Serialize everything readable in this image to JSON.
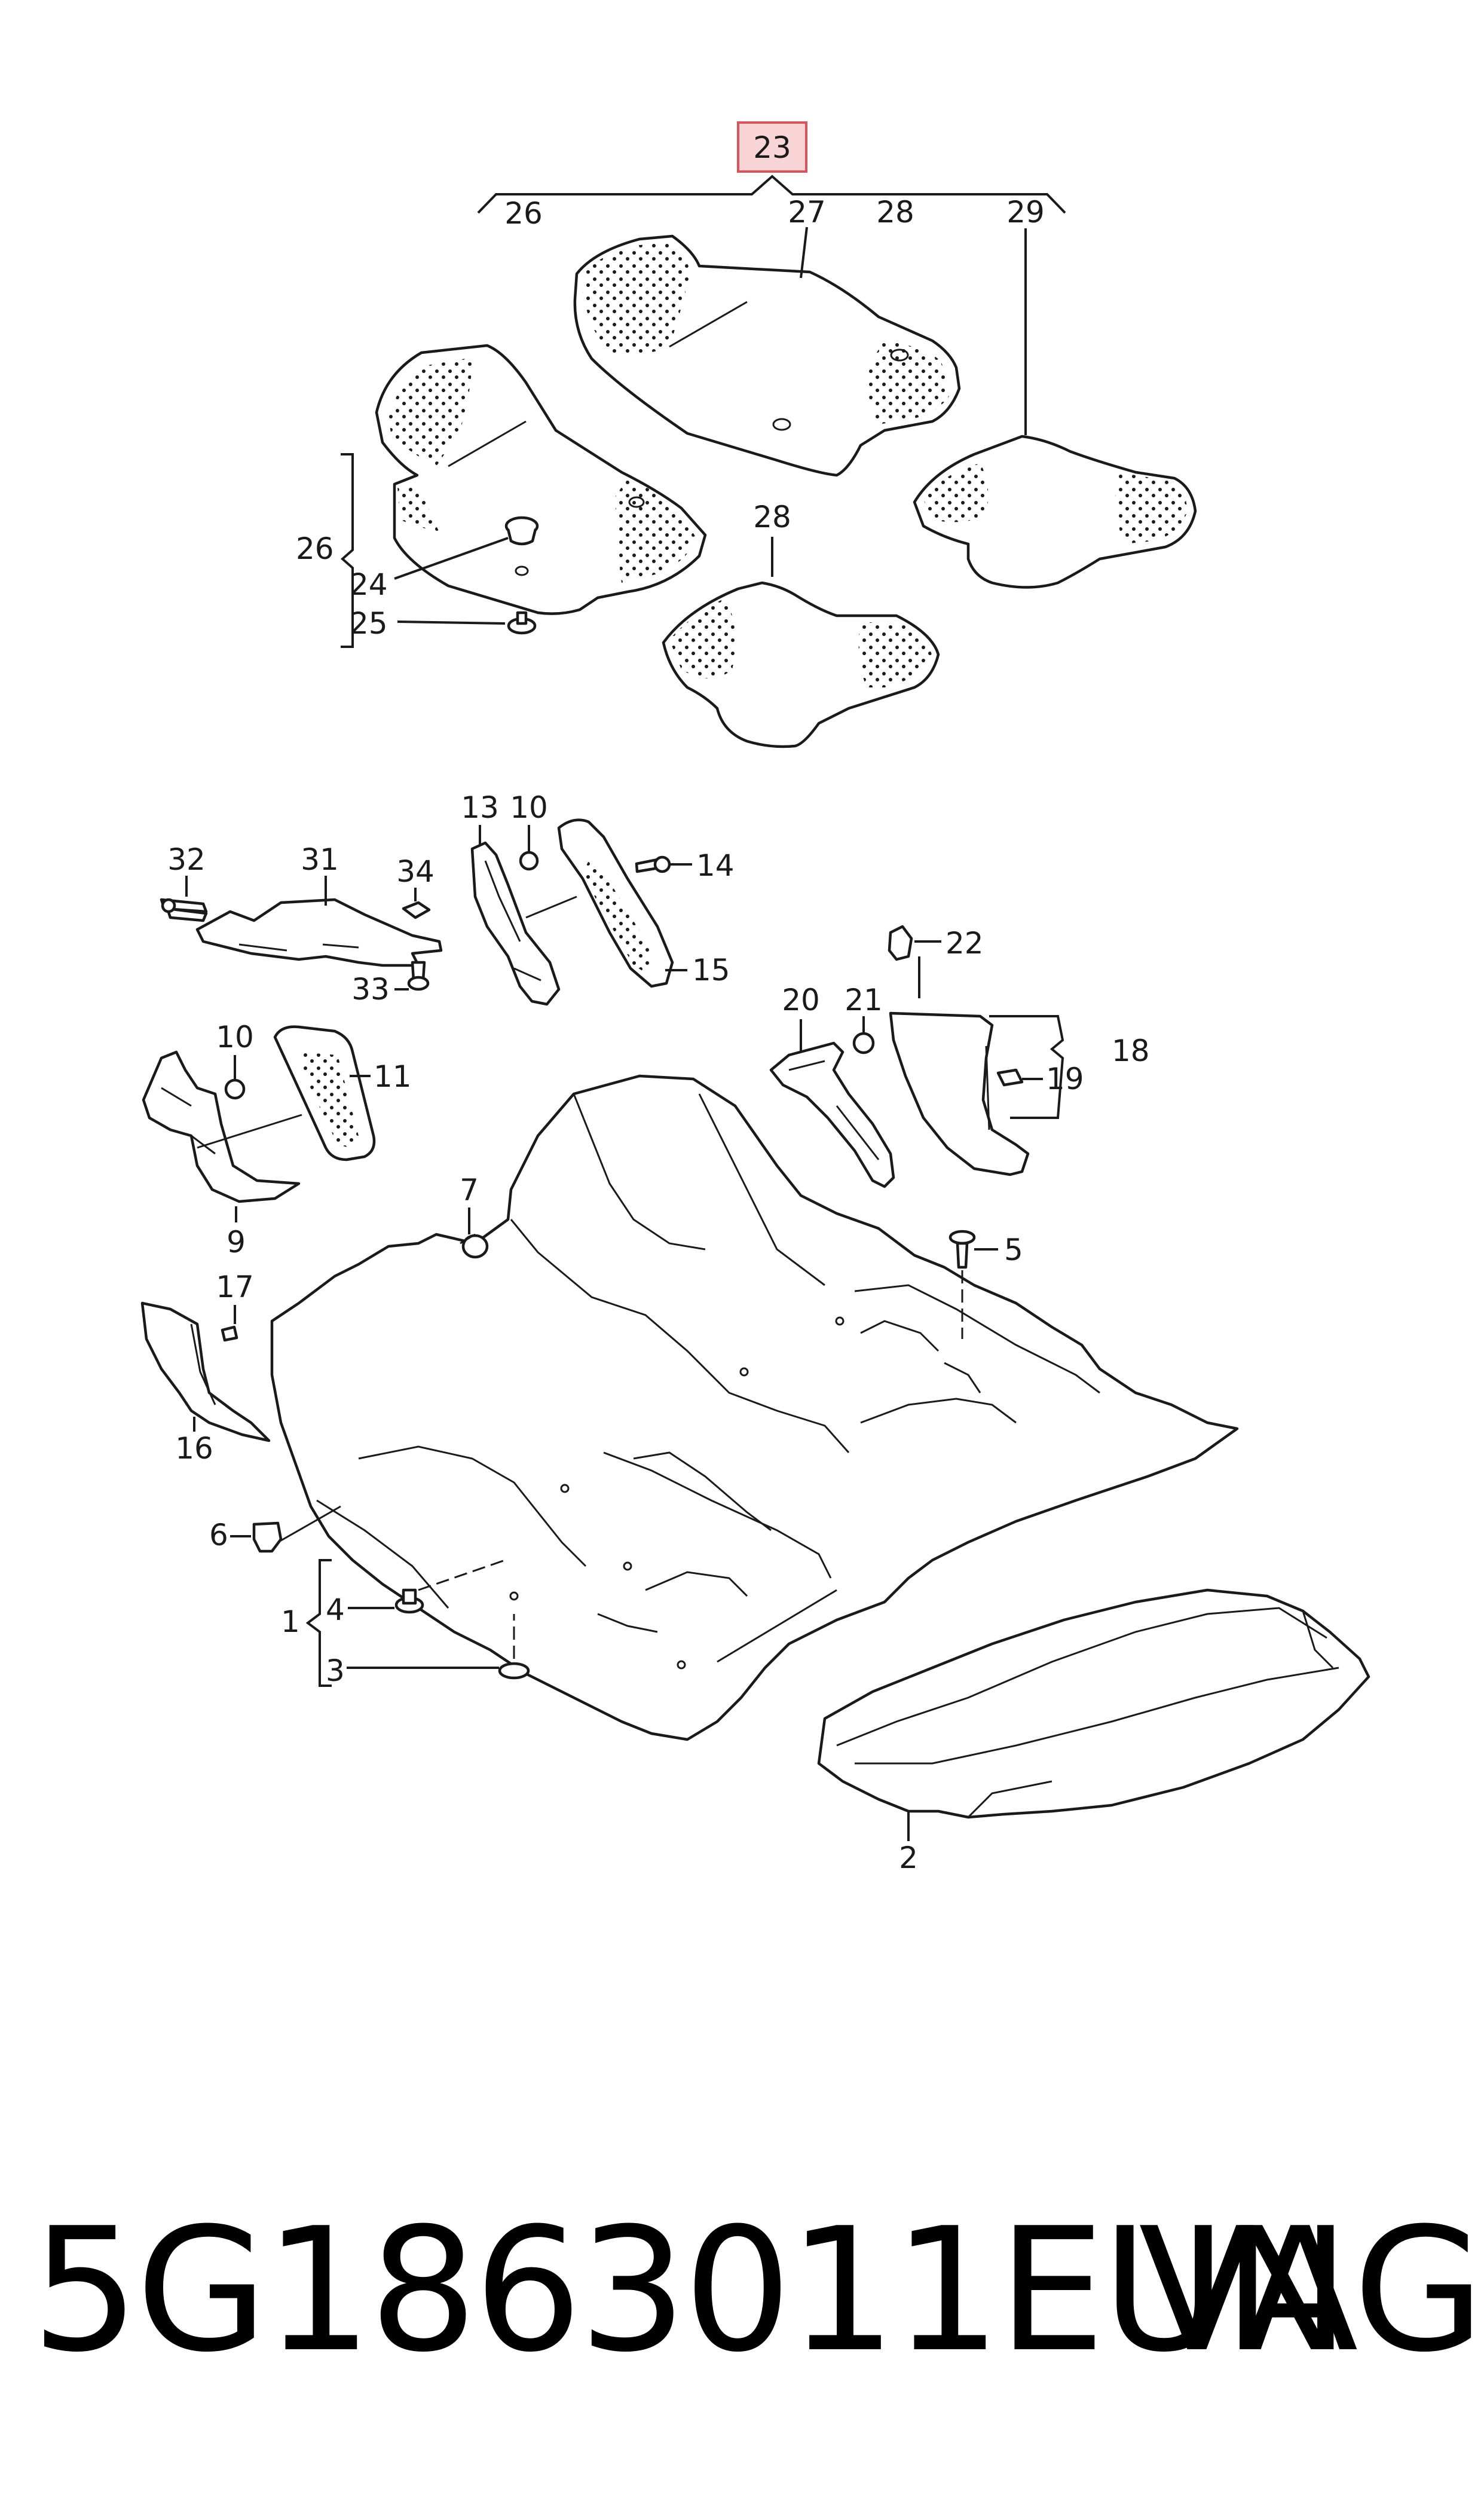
{
  "diagram": {
    "highlighted_callout": "23",
    "labels": {
      "n1": "1",
      "n2": "2",
      "n3": "3",
      "n4": "4",
      "n5": "5",
      "n6": "6",
      "n7": "7",
      "n9": "9",
      "n10a": "10",
      "n10b": "10",
      "n11": "11",
      "n13": "13",
      "n14": "14",
      "n15": "15",
      "n16": "16",
      "n17": "17",
      "n18": "18",
      "n19": "19",
      "n20": "20",
      "n21": "21",
      "n22": "22",
      "n23": "23",
      "n24": "24",
      "n25": "25",
      "n26a": "26",
      "n26b": "26",
      "n27": "27",
      "n28a": "28",
      "n28b": "28",
      "n29": "29",
      "n31": "31",
      "n32": "32",
      "n33": "33",
      "n34": "34"
    },
    "colors": {
      "highlight_fill": "#f8d4d6",
      "highlight_stroke": "#d9545c",
      "line": "#1a1a1a"
    }
  },
  "footer": {
    "part_number": "5G1863011EUN",
    "brand": "VAG"
  }
}
